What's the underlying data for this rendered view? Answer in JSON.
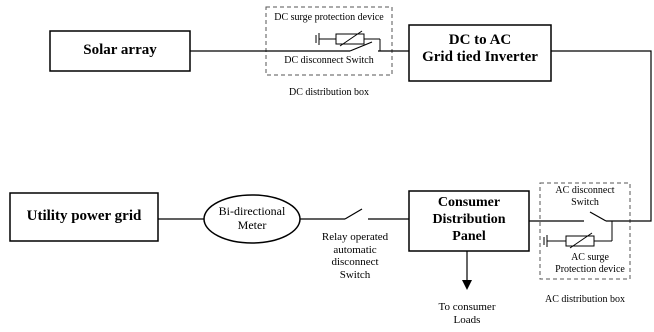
{
  "blocks": {
    "solar_array": "Solar array",
    "inverter": [
      "DC to AC",
      "Grid tied Inverter"
    ],
    "utility_grid": "Utility power grid",
    "meter": [
      "Bi-directional",
      "Meter"
    ],
    "consumer_panel": [
      "Consumer",
      "Distribution",
      "Panel"
    ]
  },
  "dc_box": {
    "surge_label": "DC surge protection device",
    "switch_label": "DC disconnect Switch",
    "box_label": "DC distribution box"
  },
  "ac_box": {
    "switch_label": [
      "AC disconnect",
      "Switch"
    ],
    "surge_label": [
      "AC surge",
      "Protection device"
    ],
    "box_label": "AC distribution box"
  },
  "relay_label": [
    "Relay operated",
    "automatic",
    "disconnect",
    "Switch"
  ],
  "loads_label": [
    "To consumer",
    "Loads"
  ]
}
